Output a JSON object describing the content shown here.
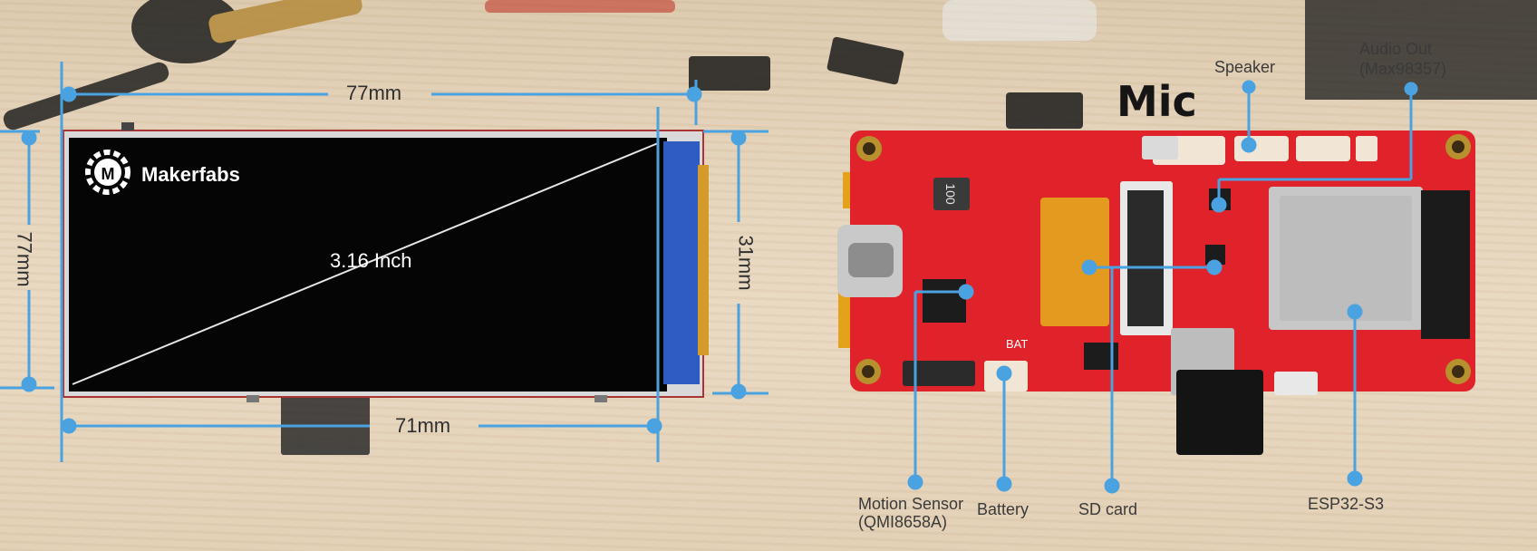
{
  "brand": {
    "name": "Makerfabs",
    "logo_letter": "M"
  },
  "display": {
    "diagonal_label": "3.16 Inch"
  },
  "dimensions": {
    "width_top": "77mm",
    "width_bottom": "71mm",
    "height_left": "77mm",
    "height_right": "31mm"
  },
  "callouts": {
    "mic": "Mic",
    "speaker": "Speaker",
    "audio_out_line1": "Audio Out",
    "audio_out_line2": "(Max98357)",
    "motion_line1": "Motion Sensor",
    "motion_line2": "(QMI8658A)",
    "battery": "Battery",
    "sd_card": "SD card",
    "esp32": "ESP32-S3"
  },
  "board_silk": {
    "inductor": "100",
    "bat": "BAT"
  },
  "colors": {
    "callout_line": "#4aa3e0",
    "board": "#e0222a",
    "screen": "#050505"
  }
}
